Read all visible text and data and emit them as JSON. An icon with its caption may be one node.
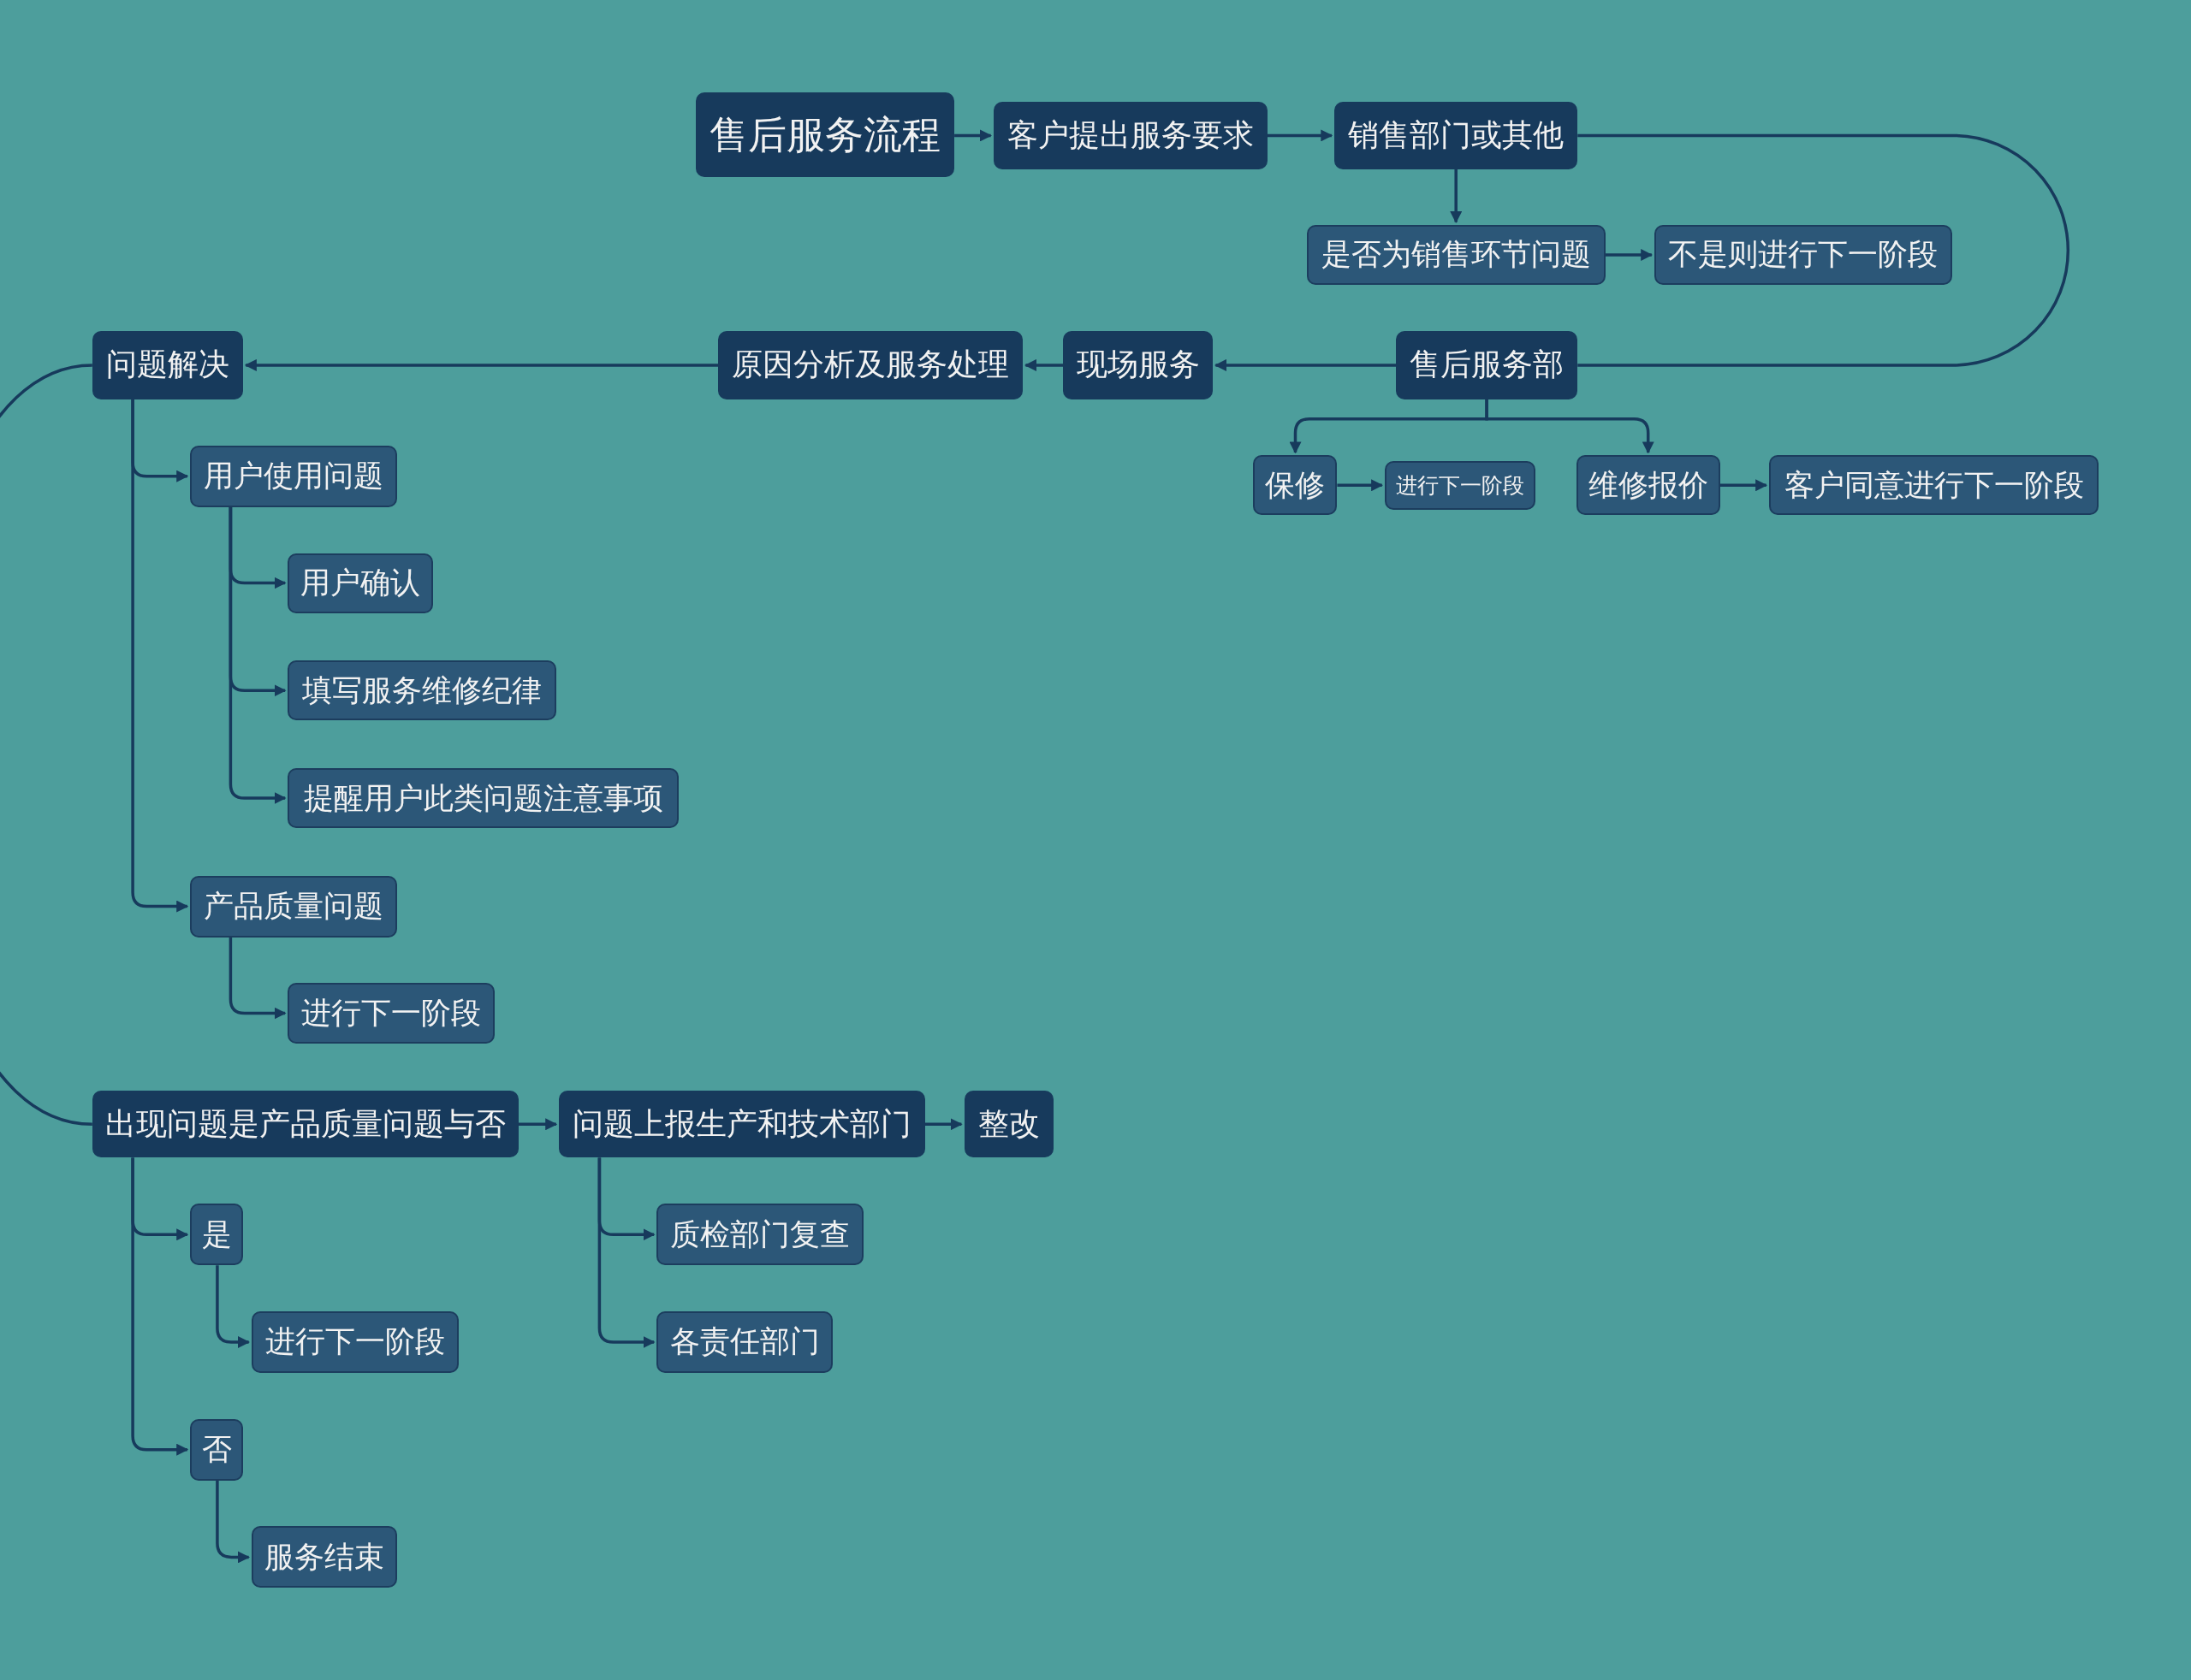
{
  "diagram": {
    "nodes": [
      {
        "text": [
          "售后服务流程"
        ]
      },
      {
        "text": [
          "客户提出服务要求"
        ]
      },
      {
        "text": [
          "销售部门或其他"
        ]
      },
      {
        "text": [
          "是否为销售环节问题"
        ]
      },
      {
        "text": [
          "不是则进行下一阶段"
        ]
      },
      {
        "text": [
          "售后服务部"
        ]
      },
      {
        "text": [
          "现场服务"
        ]
      },
      {
        "text": [
          "原因分析及服务处理"
        ]
      },
      {
        "text": [
          "问题解决"
        ]
      },
      {
        "text": [
          "保修"
        ]
      },
      {
        "text": [
          "进行下一阶段"
        ]
      },
      {
        "text": [
          "维修报价"
        ]
      },
      {
        "text": [
          "客户同意进行下一阶段"
        ]
      },
      {
        "text": [
          "用户使用问题"
        ]
      },
      {
        "text": [
          "用户确认"
        ]
      },
      {
        "text": [
          "填写服务维修纪律"
        ]
      },
      {
        "text": [
          "提醒用户此类问题注意事项"
        ]
      },
      {
        "text": [
          "产品质量问题"
        ]
      },
      {
        "text": [
          "进行下一阶段"
        ]
      },
      {
        "text": [
          "出现问题是产品质量问题与否"
        ]
      },
      {
        "text": [
          "问题上报生产和技术部门"
        ]
      },
      {
        "text": [
          "整改"
        ]
      },
      {
        "text": [
          "质检部门复查"
        ]
      },
      {
        "text": [
          "各责任部门"
        ]
      },
      {
        "text": [
          "是"
        ]
      },
      {
        "text": [
          "进行下一阶段"
        ]
      },
      {
        "text": [
          "否"
        ]
      },
      {
        "text": [
          "服务结束"
        ]
      }
    ],
    "edges": [
      {
        "from": 0,
        "to": 1,
        "arrow": "to"
      },
      {
        "from": 1,
        "to": 2,
        "arrow": "to"
      },
      {
        "from": 2,
        "to": 3,
        "arrow": "to"
      },
      {
        "from": 3,
        "to": 4,
        "arrow": "to"
      },
      {
        "from": 2,
        "to": 5,
        "arrow": "none"
      },
      {
        "from": 5,
        "to": 6,
        "arrow": "to"
      },
      {
        "from": 6,
        "to": 7,
        "arrow": "to"
      },
      {
        "from": 7,
        "to": 8,
        "arrow": "to"
      },
      {
        "from": 5,
        "to": 9,
        "arrow": "to"
      },
      {
        "from": 5,
        "to": 11,
        "arrow": "to"
      },
      {
        "from": 9,
        "to": 10,
        "arrow": "to"
      },
      {
        "from": 11,
        "to": 12,
        "arrow": "to"
      },
      {
        "from": 8,
        "to": 13,
        "arrow": "to"
      },
      {
        "from": 13,
        "to": 14,
        "arrow": "to"
      },
      {
        "from": 13,
        "to": 15,
        "arrow": "to"
      },
      {
        "from": 13,
        "to": 16,
        "arrow": "to"
      },
      {
        "from": 8,
        "to": 17,
        "arrow": "to"
      },
      {
        "from": 17,
        "to": 18,
        "arrow": "to"
      },
      {
        "from": 8,
        "to": 19,
        "arrow": "none"
      },
      {
        "from": 19,
        "to": 20,
        "arrow": "to"
      },
      {
        "from": 20,
        "to": 21,
        "arrow": "to"
      },
      {
        "from": 20,
        "to": 22,
        "arrow": "to"
      },
      {
        "from": 20,
        "to": 23,
        "arrow": "to"
      },
      {
        "from": 19,
        "to": 24,
        "arrow": "to"
      },
      {
        "from": 24,
        "to": 25,
        "arrow": "to"
      },
      {
        "from": 19,
        "to": 26,
        "arrow": "to"
      },
      {
        "from": 26,
        "to": 27,
        "arrow": "to"
      }
    ]
  }
}
